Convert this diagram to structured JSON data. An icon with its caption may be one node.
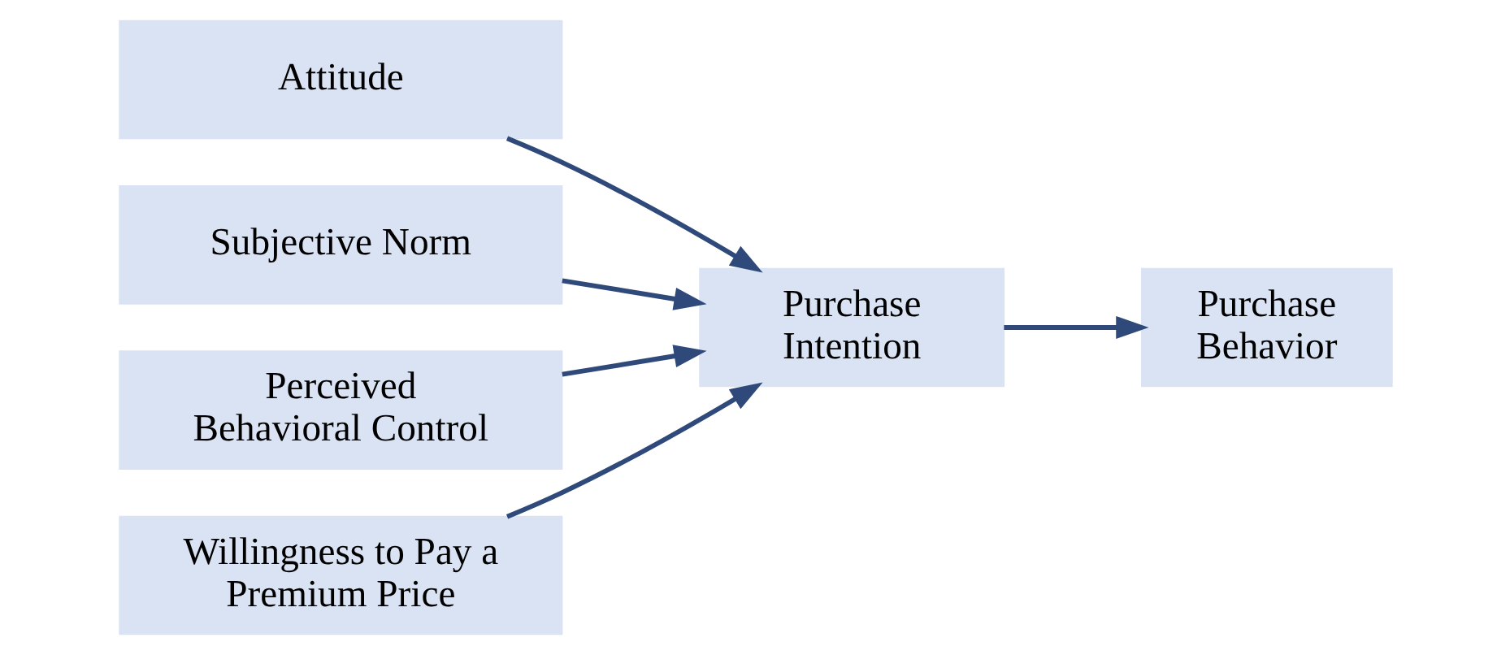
{
  "diagram": {
    "nodes": [
      {
        "text": [
          "Attitude"
        ]
      },
      {
        "text": [
          "Subjective Norm"
        ]
      },
      {
        "text": [
          "Perceived Behavioral Control"
        ]
      },
      {
        "text": [
          "Willingness to Pay a Premium Price"
        ]
      },
      {
        "text": [
          "Purchase Intention"
        ]
      },
      {
        "text": [
          "Purchase Behavior"
        ]
      }
    ],
    "edges": [
      {
        "from": 0,
        "to": 4,
        "arrow": "to"
      },
      {
        "from": 1,
        "to": 4,
        "arrow": "to"
      },
      {
        "from": 2,
        "to": 4,
        "arrow": "to"
      },
      {
        "from": 3,
        "to": 4,
        "arrow": "to"
      },
      {
        "from": 4,
        "to": 5,
        "arrow": "to"
      }
    ]
  }
}
